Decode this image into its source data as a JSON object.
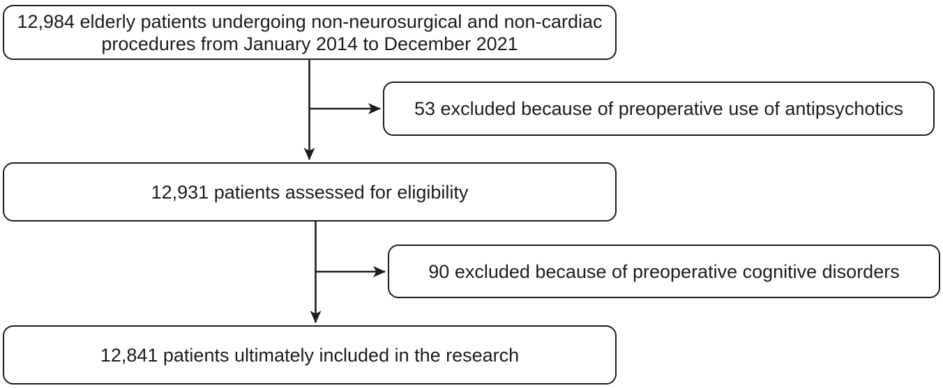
{
  "flowchart": {
    "boxes": [
      {
        "name": "initial-cohort",
        "count": "12,984",
        "text": "12,984 elderly patients undergoing non-neurosurgical and non-cardiac procedures from January 2014 to December 2021"
      },
      {
        "name": "excluded-antipsychotics",
        "count": "53",
        "text": "53 excluded because of preoperative use of antipsychotics"
      },
      {
        "name": "assessed-eligibility",
        "count": "12,931",
        "text": "12,931 patients assessed for eligibility"
      },
      {
        "name": "excluded-cognitive-disorders",
        "count": "90",
        "text": "90 excluded because of preoperative cognitive disorders"
      },
      {
        "name": "final-included",
        "count": "12,841",
        "text": "12,841 patients ultimately included in the research"
      }
    ],
    "edges": [
      {
        "from": "initial-cohort",
        "to": "assessed-eligibility",
        "type": "main"
      },
      {
        "from": "initial-cohort",
        "to": "excluded-antipsychotics",
        "type": "exclusion-branch"
      },
      {
        "from": "assessed-eligibility",
        "to": "final-included",
        "type": "main"
      },
      {
        "from": "assessed-eligibility",
        "to": "excluded-cognitive-disorders",
        "type": "exclusion-branch"
      }
    ],
    "colors": {
      "box_border": "#1c1c1c",
      "box_fill": "#ffffff",
      "text": "#1c1c1c",
      "arrow": "#1c1c1c"
    }
  }
}
